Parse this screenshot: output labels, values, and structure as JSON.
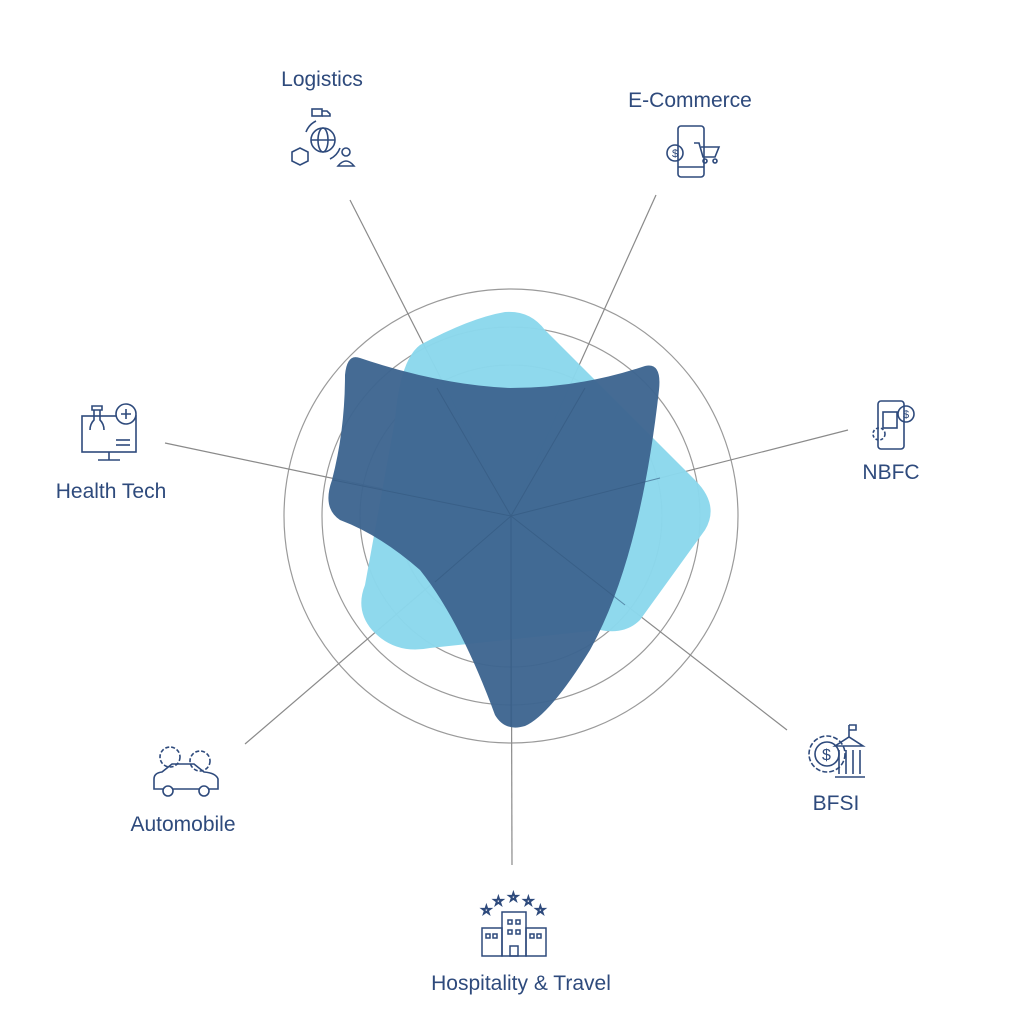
{
  "categories": [
    {
      "id": "logistics",
      "label": "Logistics",
      "icon": "logistics-globe-icon"
    },
    {
      "id": "ecommerce",
      "label": "E-Commerce",
      "icon": "mobile-cart-icon"
    },
    {
      "id": "nbfc",
      "label": "NBFC",
      "icon": "phone-document-dollar-icon"
    },
    {
      "id": "bfsi",
      "label": "BFSI",
      "icon": "bank-dollar-gear-icon"
    },
    {
      "id": "hospitality",
      "label": "Hospitality & Travel",
      "icon": "hotel-stars-icon"
    },
    {
      "id": "automobile",
      "label": "Automobile",
      "icon": "car-gears-icon"
    },
    {
      "id": "healthtech",
      "label": "Health Tech",
      "icon": "monitor-medical-icon"
    }
  ],
  "colors": {
    "dark_shape": "#3d6590",
    "light_shape": "#8bd8ec",
    "text": "#2e4a7c",
    "grid": "#9a9a9a"
  }
}
